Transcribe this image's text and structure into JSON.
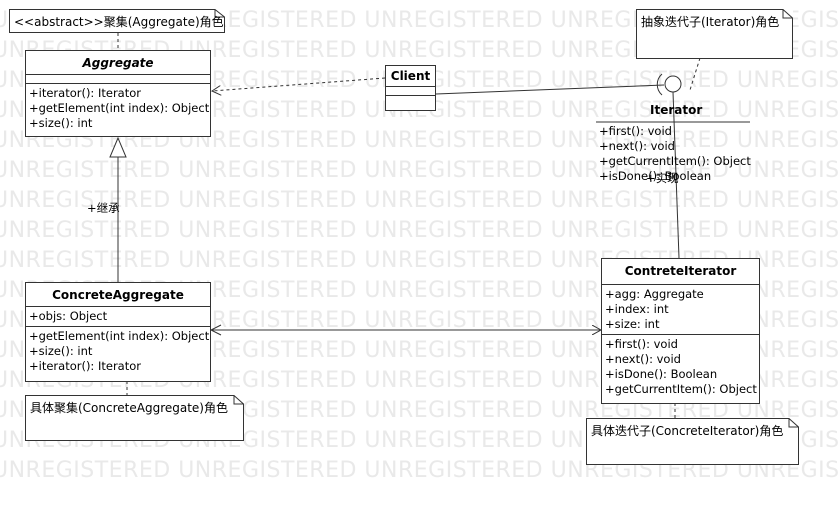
{
  "watermark": "UNREGISTERED UNREGISTERED UNREGISTERED UNREGISTERED UNREGISTERED",
  "notes": {
    "aggregate": "<<abstract>>聚集(Aggregate)角色",
    "iterator": "抽象迭代子(Iterator)角色",
    "concrete_aggregate": "具体聚集(ConcreteAggregate)角色",
    "concrete_iterator": "具体迭代子(ConcreteIterator)角色"
  },
  "aggregate": {
    "name": "Aggregate",
    "operations": [
      "+iterator(): Iterator",
      "+getElement(int index): Object",
      "+size(): int"
    ]
  },
  "client": {
    "name": "Client"
  },
  "iterator": {
    "name": "Iterator",
    "operations": [
      "+first(): void",
      "+next(): void",
      "+getCurrentItem(): Object",
      "+isDone(): Boolean"
    ]
  },
  "concrete_aggregate": {
    "name": "ConcreteAggregate",
    "attributes": [
      "+objs: Object"
    ],
    "operations": [
      "+getElement(int index): Object",
      "+size(): int",
      "+iterator(): Iterator"
    ]
  },
  "concrete_iterator": {
    "name": "ContreteIterator",
    "attributes": [
      "+agg: Aggregate",
      "+index: int",
      "+size: int"
    ],
    "operations": [
      "+first(): void",
      "+next(): void",
      "+isDone(): Boolean",
      "+getCurrentItem(): Object"
    ]
  },
  "labels": {
    "inherit": "+继承",
    "realize": "+实现"
  }
}
